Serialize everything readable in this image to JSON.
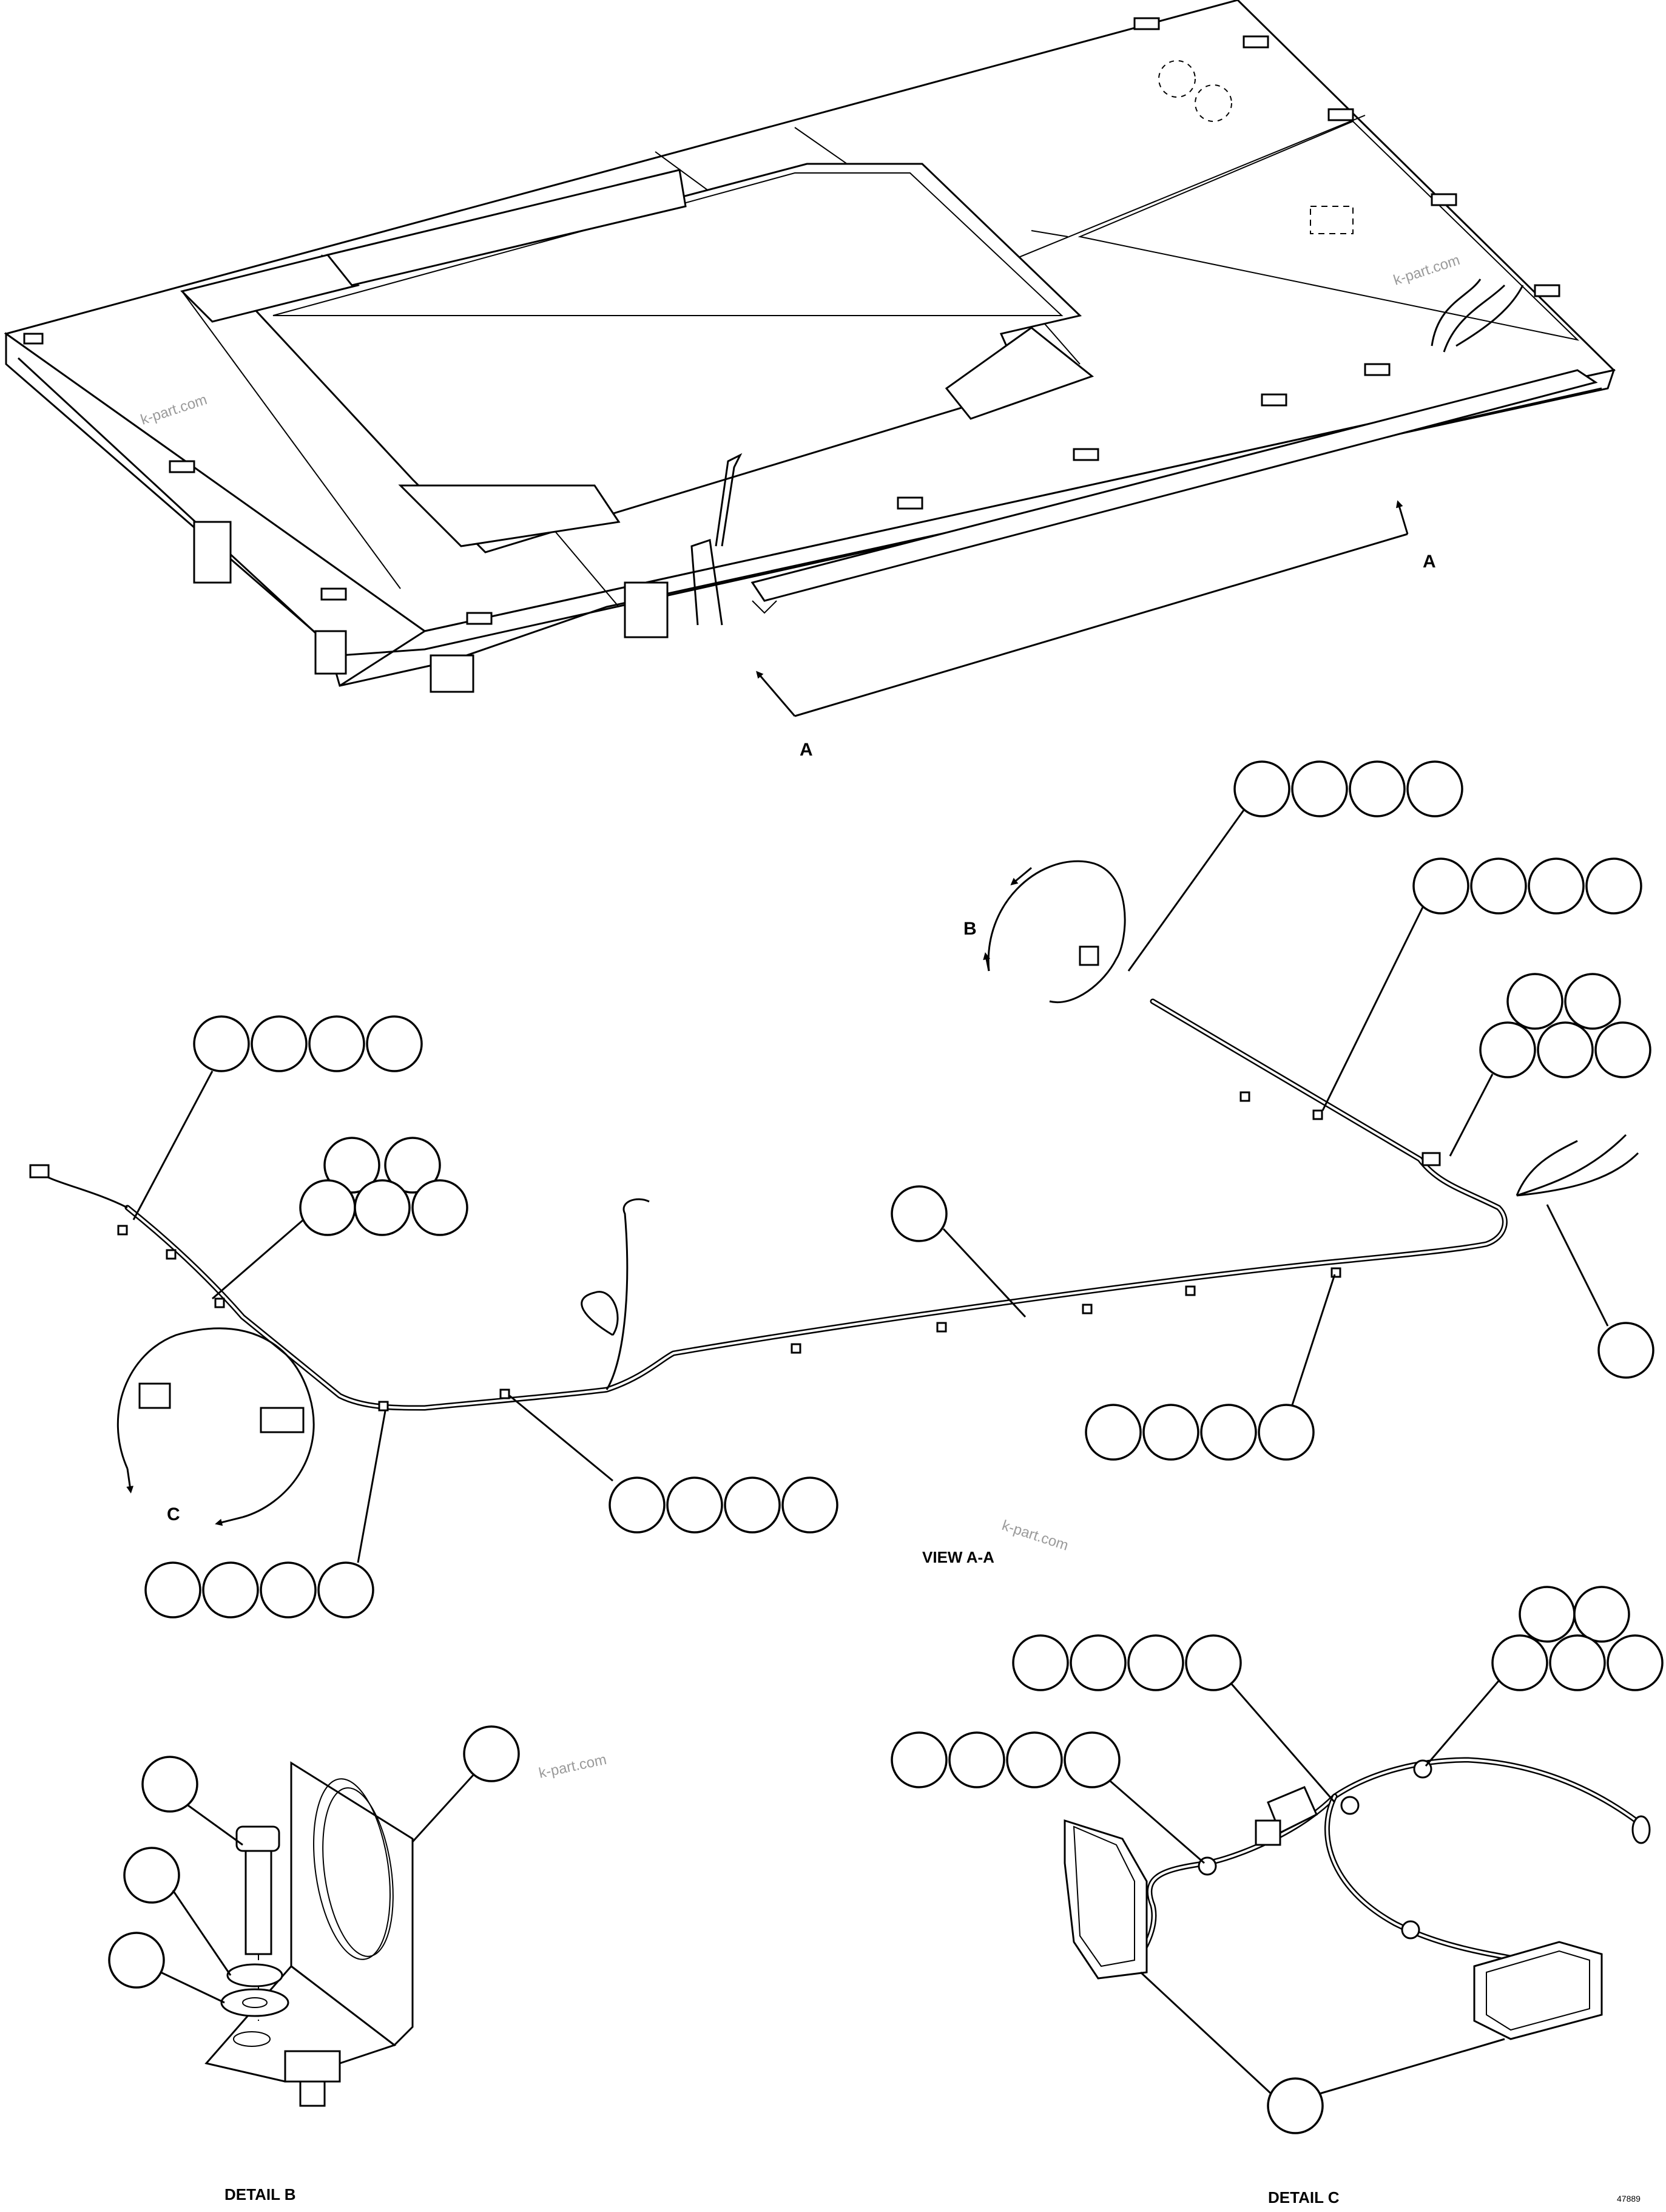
{
  "labels": {
    "view_a_top": "A",
    "view_a_bottom": "A",
    "view_b": "B",
    "view_c": "C",
    "view_aa": "VIEW A-A",
    "detail_b": "DETAIL B",
    "detail_c": "DETAIL C",
    "drawing_number": "47889"
  },
  "watermarks": [
    "k-part.com",
    "k-part.com",
    "k-part.com",
    "k-part.com"
  ],
  "colors": {
    "line": "#000000",
    "background": "#ffffff",
    "watermark": "#9a9a9a"
  }
}
